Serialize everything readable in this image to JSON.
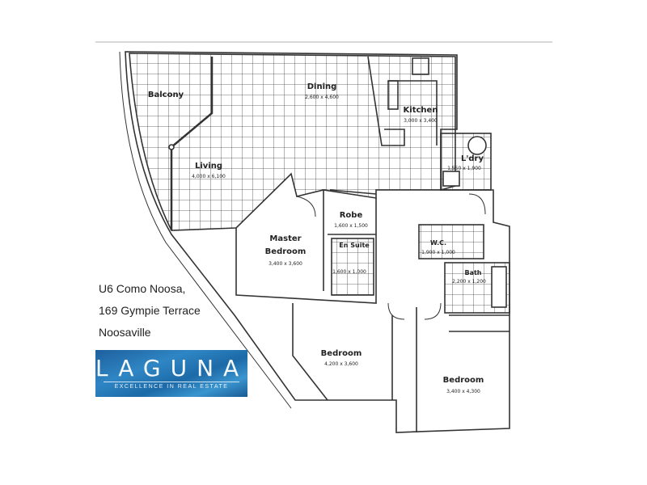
{
  "rooms": {
    "balcony": {
      "label": "Balcony"
    },
    "dining": {
      "label": "Dining",
      "dims": "2,600 x 4,600"
    },
    "kitchen": {
      "label": "Kitchen",
      "dims": "3,000 x 3,400"
    },
    "laundry": {
      "label": "L'dry",
      "dims": "1,550 x 1,900"
    },
    "living": {
      "label": "Living",
      "dims": "4,000 x 6,100"
    },
    "robe": {
      "label": "Robe",
      "dims": "1,600 x 1,500"
    },
    "master": {
      "label1": "Master",
      "label2": "Bedroom",
      "dims": "3,400 x 3,600"
    },
    "ensuite": {
      "label": "En Suite",
      "dims": "1,600 x 1,000"
    },
    "wc": {
      "label": "W.C.",
      "dims": "1,900 x 1,000"
    },
    "bath": {
      "label": "Bath",
      "dims": "2,200 x 1,200"
    },
    "bedroom2": {
      "label": "Bedroom",
      "dims": "4,200 x 3,600"
    },
    "bedroom3": {
      "label": "Bedroom",
      "dims": "3,400 x 4,300"
    }
  },
  "address": {
    "line1": "U6 Como Noosa,",
    "line2": "169 Gympie Terrace",
    "line3": "Noosaville"
  },
  "logo": {
    "name": "LAGUNA",
    "tagline": "EXCELLENCE IN REAL ESTATE"
  },
  "colors": {
    "logo_blue": "#2f86c4",
    "line": "#333333"
  }
}
